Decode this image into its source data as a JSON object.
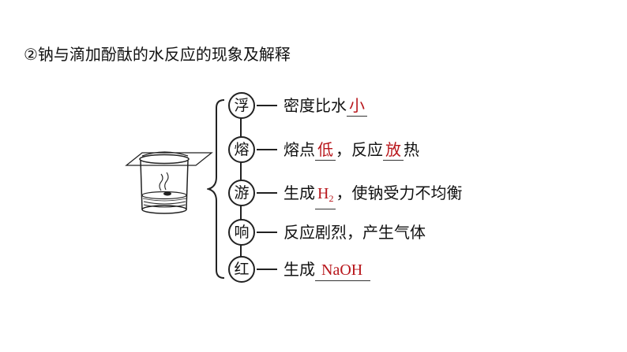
{
  "title": "②钠与滴加酚酞的水反应的现象及解释",
  "rows": [
    {
      "key": "浮",
      "pre": "密度比水",
      "ans": "小",
      "post": ""
    },
    {
      "key": "熔",
      "pre": "熔点",
      "ans": "低",
      "mid": "，反应",
      "ans2": "放",
      "post": "热"
    },
    {
      "key": "游",
      "pre": "生成",
      "ans": "H",
      "ans_sub": "2",
      "post": "，使钠受力不均衡"
    },
    {
      "key": "响",
      "pre": "反应剧烈，产生气体"
    },
    {
      "key": "红",
      "pre": "生成",
      "ans": "NaOH"
    }
  ]
}
